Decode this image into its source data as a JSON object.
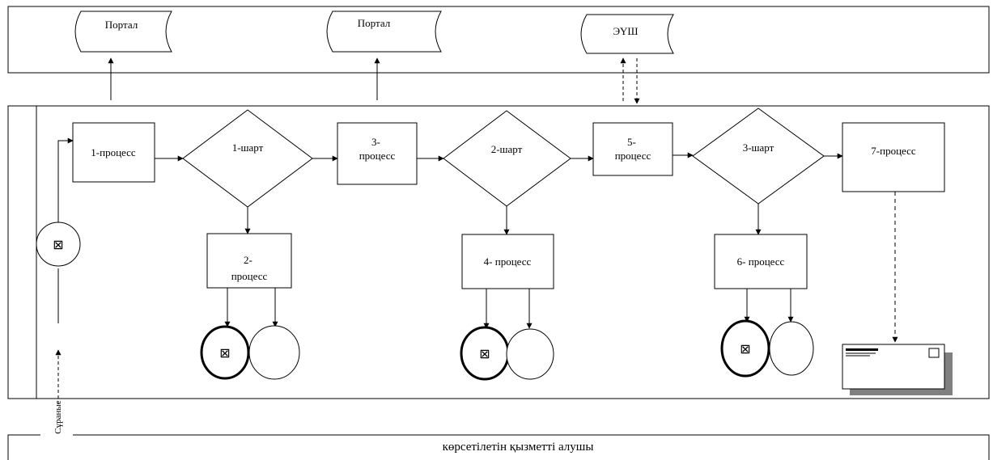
{
  "top_lane": {
    "portal_1": "Портал",
    "portal_2": "Портал",
    "eush": "ЭҮШ"
  },
  "processes": {
    "p1": [
      "1-процесс"
    ],
    "p2": [
      "2-",
      "процесс"
    ],
    "p3": [
      "3-",
      "процесс"
    ],
    "p4": [
      "4- процесс"
    ],
    "p5": [
      "5-",
      "процесс"
    ],
    "p6": [
      "6- процесс"
    ],
    "p7": [
      "7-процесс"
    ]
  },
  "conditions": {
    "c1": "1-шарт",
    "c2": "2-шарт",
    "c3": "3-шарт"
  },
  "request_label": "Сұраныс",
  "bottom_lane_label": "көрсетілетін қызметті алушы",
  "event_glyph": "⊠"
}
